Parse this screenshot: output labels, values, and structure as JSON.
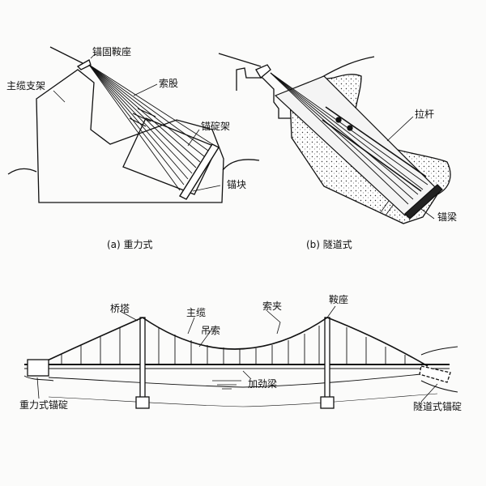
{
  "gravity": {
    "saddle": "锚固鞍座",
    "frame": "主缆支架",
    "strands": "索股",
    "anchor_frame": "锚碇架",
    "block": "锚块",
    "caption": "(a) 重力式"
  },
  "tunnel": {
    "rod": "拉杆",
    "beam": "锚梁",
    "caption": "(b) 隧道式"
  },
  "bridge": {
    "tower": "桥塔",
    "main_cable": "主缆",
    "cable_clamp": "索夹",
    "saddle": "鞍座",
    "hanger": "吊索",
    "girder": "加劲梁",
    "gravity_anchor": "重力式锚碇",
    "tunnel_anchor": "隧道式锚碇"
  }
}
